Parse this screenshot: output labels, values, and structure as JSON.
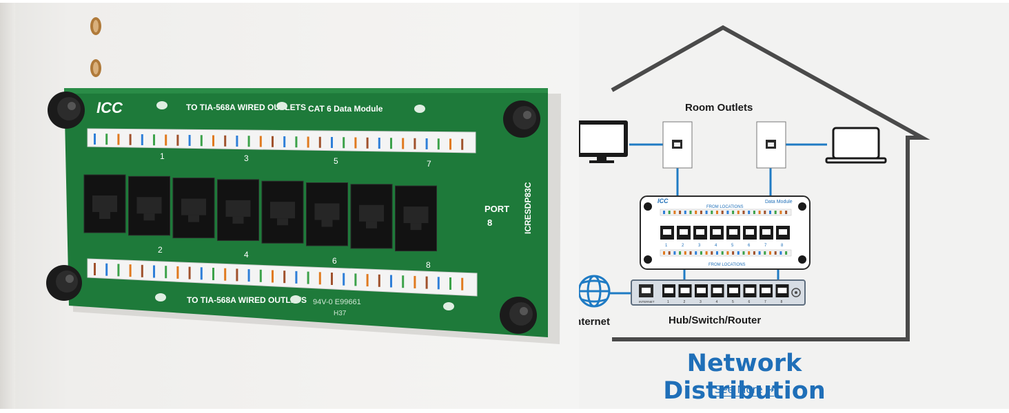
{
  "module": {
    "brand": "ICC",
    "top_label": "TO TIA-568A WIRED OUTLETS",
    "title": "CAT 6 Data Module",
    "bottom_label": "TO TIA-568A WIRED OUTLETS",
    "port_label": "PORT",
    "port_number": "8",
    "part_number": "ICRESDP83C",
    "top_numbers": [
      "1",
      "3",
      "5",
      "7"
    ],
    "bottom_numbers": [
      "2",
      "4",
      "6",
      "8"
    ],
    "cert_line1": "94V-0 E99661",
    "cert_line2": "H37"
  },
  "diagram": {
    "room_outlets_label": "Room Outlets",
    "internet_label": "Internet",
    "hub_label": "Hub/Switch/Router",
    "from_locations_top": "FROM LOCATIONS",
    "from_locations_bottom": "FROM LOCATIONS",
    "module_title": "Data Module",
    "mini_brand": "ICC",
    "panel_port_numbers": [
      "1",
      "2",
      "3",
      "4",
      "5",
      "6",
      "7",
      "8"
    ],
    "router_port_numbers": [
      "1",
      "2",
      "3",
      "4",
      "5",
      "6",
      "7",
      "8"
    ],
    "internet_port_label": "INTERNET",
    "colors": {
      "link": "#1f7bc4",
      "house": "#4a4a4a",
      "accent": "#1f6fb8"
    }
  },
  "cta": {
    "title": "Network Distribution",
    "link_label": "See More",
    "link_arrow": "→"
  }
}
